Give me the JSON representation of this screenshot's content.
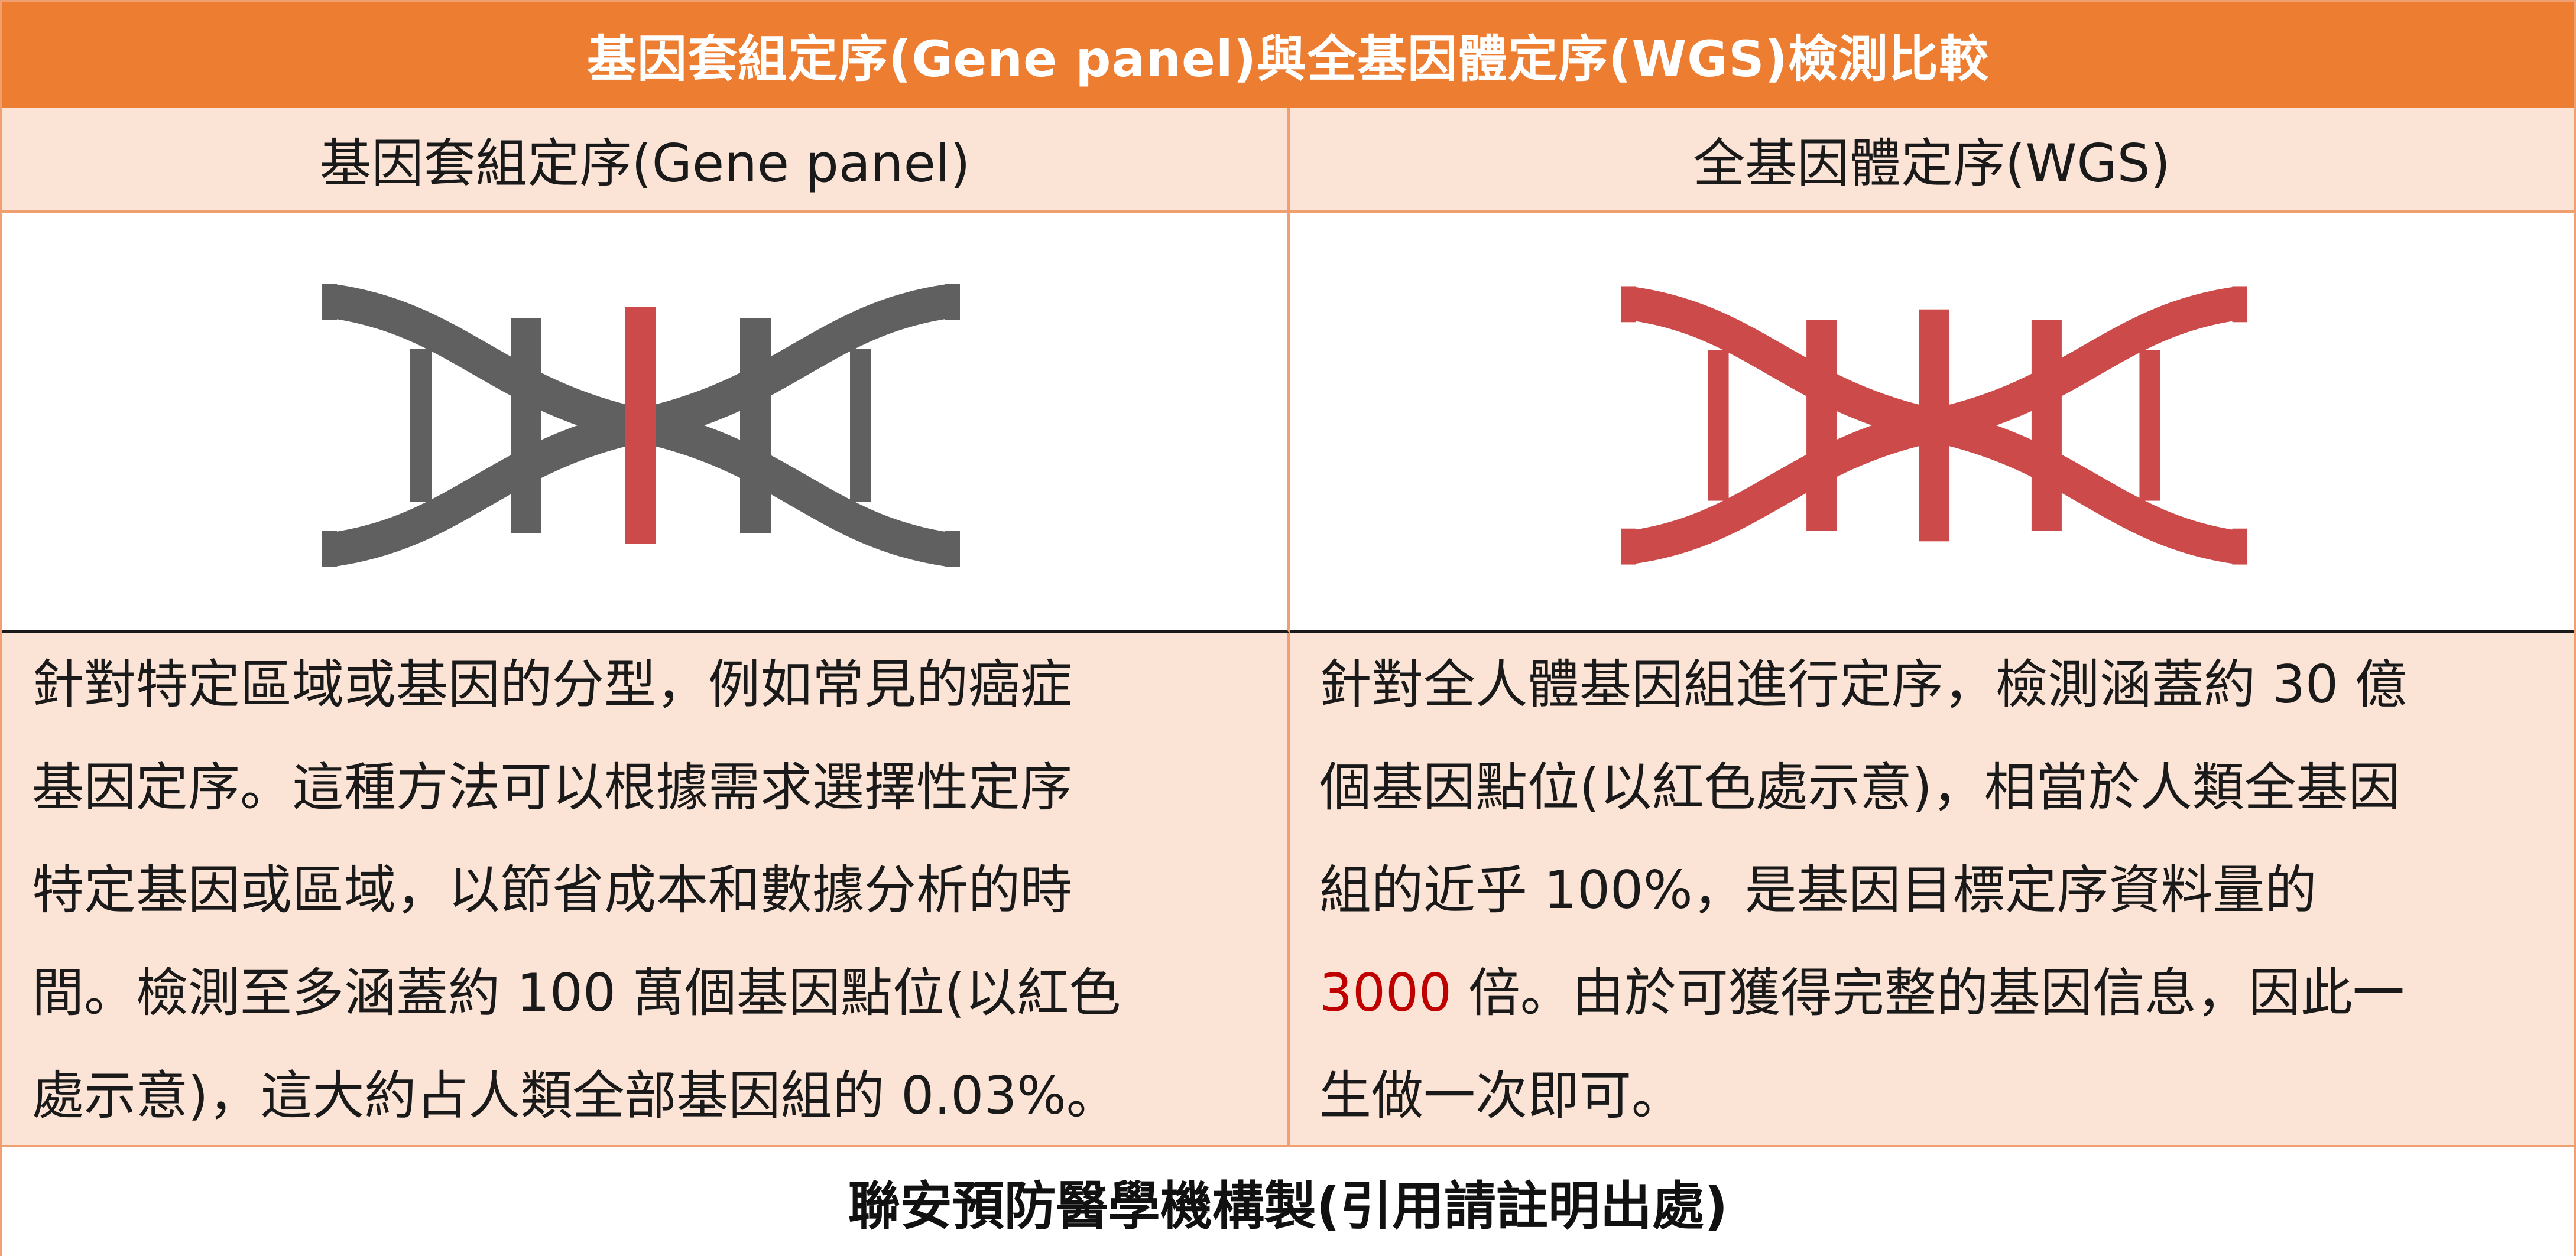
{
  "header": {
    "title": "基因套組定序(Gene panel)與全基因體定序(WGS)檢測比較"
  },
  "columns": {
    "left": {
      "heading": "基因套組定序(Gene panel)",
      "icon": "dna-partial-highlight-icon",
      "lines": [
        "針對特定區域或基因的分型，例如常見的癌症",
        "基因定序。這種方法可以根據需求選擇性定序",
        "特定基因或區域，以節省成本和數據分析的時",
        "間。檢測至多涵蓋約 100 萬個基因點位(以紅色",
        "處示意)，這大約占人類全部基因組的 0.03%。"
      ]
    },
    "right": {
      "heading": "全基因體定序(WGS)",
      "icon": "dna-full-highlight-icon",
      "lines": [
        "針對全人體基因組進行定序，檢測涵蓋約 30 億",
        "個基因點位(以紅色處示意)，相當於人類全基因",
        "組的近乎 100%，是基因目標定序資料量的"
      ],
      "line4_highlight": "3000",
      "line4_rest": " 倍。由於可獲得完整的基因信息，因此一",
      "line5": "生做一次即可。"
    }
  },
  "footer": {
    "credit": "聯安預防醫學機構製(引用請註明出處)"
  },
  "colors": {
    "accent": "#ed7d31",
    "cell_fill": "#fbe4d6",
    "dna_gray": "#606060",
    "dna_red": "#cc4a4a",
    "highlight_text": "#c00000"
  }
}
